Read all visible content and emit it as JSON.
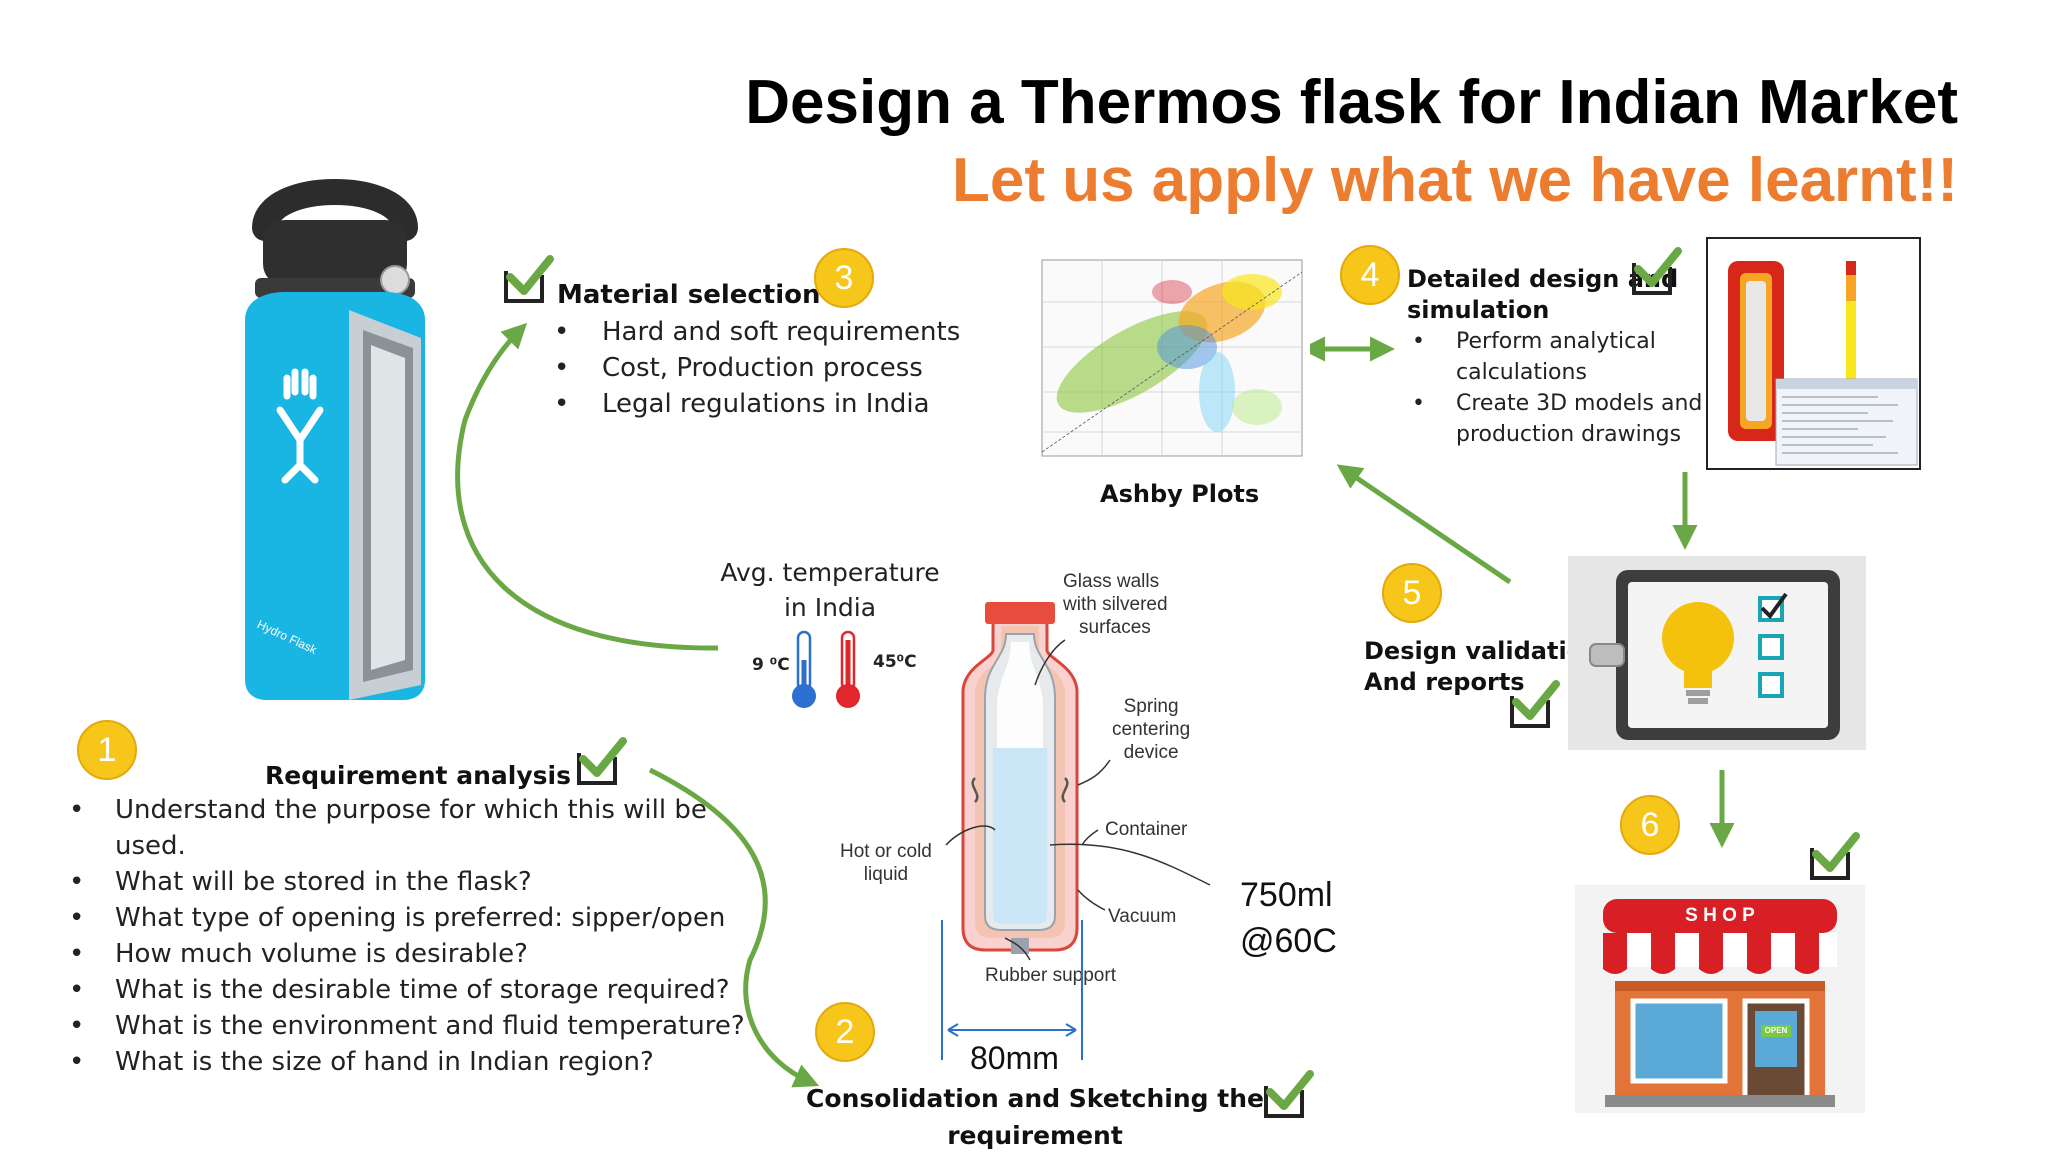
{
  "header": {
    "title": "Design a Thermos flask for Indian Market",
    "subtitle": "Let us apply what we have learnt!!"
  },
  "steps": {
    "s1": {
      "number": "1",
      "title": "Requirement analysis",
      "bullets": [
        "Understand the purpose for which this will be used.",
        "What will be stored in the flask?",
        "What type of opening is preferred: sipper/open",
        "How much volume is desirable?",
        "What is the desirable time of storage required?",
        "What is the environment and fluid temperature?",
        "What is the size of hand in Indian region?"
      ]
    },
    "s2": {
      "number": "2",
      "title_line1": "Consolidation and Sketching the",
      "title_line2": "requirement"
    },
    "s3": {
      "number": "3",
      "title": "Material selection",
      "bullets": [
        "Hard and soft requirements",
        "Cost, Production process",
        "Legal regulations in India"
      ]
    },
    "s4": {
      "number": "4",
      "title_line1": "Detailed design and",
      "title_line2": "simulation",
      "bullets": [
        "Perform analytical calculations",
        "Create 3D models and production drawings"
      ]
    },
    "s5": {
      "number": "5",
      "title_line1": "Design validation",
      "title_line2": "And reports"
    },
    "s6": {
      "number": "6"
    }
  },
  "temperature": {
    "line1": "Avg. temperature",
    "line2": "in India",
    "low": "9 ⁰C",
    "high": "45⁰C"
  },
  "flask_diagram": {
    "glass_walls": [
      "Glass walls",
      "with silvered",
      "surfaces"
    ],
    "spring": [
      "Spring",
      "centering",
      "device"
    ],
    "container": "Container",
    "hot_cold": [
      "Hot or cold",
      "liquid"
    ],
    "vacuum": "Vacuum",
    "rubber": "Rubber support",
    "volume_line1": "750ml",
    "volume_line2": "@60C",
    "width": "80mm"
  },
  "ashby": {
    "caption": "Ashby Plots"
  },
  "bottle": {
    "brand": "Hydro Flask"
  },
  "shop": {
    "sign": "S H O P",
    "open_tag": "OPEN"
  },
  "colors": {
    "arrow_green": "#6aa846",
    "badge_yellow": "#f7c61a",
    "accent_orange": "#ec7d30",
    "bottle_blue": "#19b5e3"
  }
}
